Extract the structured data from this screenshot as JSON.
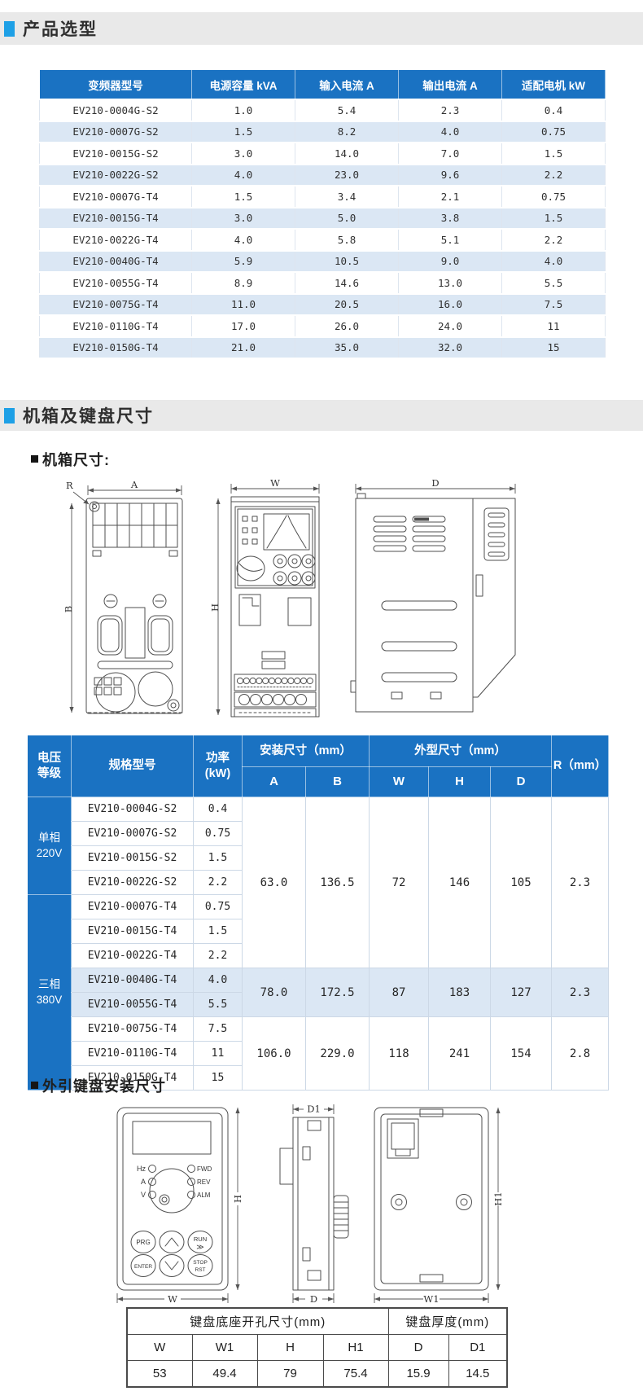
{
  "colors": {
    "header_blue": "#1a72c2",
    "row_alt_blue": "#dbe7f4",
    "accent_blue": "#1ea0e6",
    "band_gray": "#e9e9e9"
  },
  "product": {
    "title": "产品选型",
    "table": {
      "headers": [
        "变频器型号",
        "电源容量 kVA",
        "输入电流 A",
        "输出电流 A",
        "适配电机 kW"
      ],
      "rows": [
        [
          "EV210-0004G-S2",
          "1.0",
          "5.4",
          "2.3",
          "0.4"
        ],
        [
          "EV210-0007G-S2",
          "1.5",
          "8.2",
          "4.0",
          "0.75"
        ],
        [
          "EV210-0015G-S2",
          "3.0",
          "14.0",
          "7.0",
          "1.5"
        ],
        [
          "EV210-0022G-S2",
          "4.0",
          "23.0",
          "9.6",
          "2.2"
        ],
        [
          "EV210-0007G-T4",
          "1.5",
          "3.4",
          "2.1",
          "0.75"
        ],
        [
          "EV210-0015G-T4",
          "3.0",
          "5.0",
          "3.8",
          "1.5"
        ],
        [
          "EV210-0022G-T4",
          "4.0",
          "5.8",
          "5.1",
          "2.2"
        ],
        [
          "EV210-0040G-T4",
          "5.9",
          "10.5",
          "9.0",
          "4.0"
        ],
        [
          "EV210-0055G-T4",
          "8.9",
          "14.6",
          "13.0",
          "5.5"
        ],
        [
          "EV210-0075G-T4",
          "11.0",
          "20.5",
          "16.0",
          "7.5"
        ],
        [
          "EV210-0110G-T4",
          "17.0",
          "26.0",
          "24.0",
          "11"
        ],
        [
          "EV210-0150G-T4",
          "21.0",
          "35.0",
          "32.0",
          "15"
        ]
      ]
    }
  },
  "dims": {
    "title": "机箱及键盘尺寸",
    "chassis_subtitle": "机箱尺寸:",
    "chassis_labels": {
      "r": "R",
      "a": "A",
      "b": "B",
      "w": "W",
      "h": "H",
      "d": "D"
    },
    "table": {
      "header": {
        "v1": "电压",
        "v2": "等级",
        "model": "规格型号",
        "p1": "功率",
        "p2": "(kW)",
        "install": "安装尺寸（mm）",
        "outline": "外型尺寸（mm）",
        "r": "R（mm）",
        "a": "A",
        "b": "B",
        "w": "W",
        "h": "H",
        "d": "D"
      },
      "voltage": [
        {
          "l1": "单相",
          "l2": "220V"
        },
        {
          "l1": "三相",
          "l2": "380V"
        }
      ],
      "rows": [
        {
          "m": "EV210-0004G-S2",
          "p": "0.4"
        },
        {
          "m": "EV210-0007G-S2",
          "p": "0.75"
        },
        {
          "m": "EV210-0015G-S2",
          "p": "1.5"
        },
        {
          "m": "EV210-0022G-S2",
          "p": "2.2"
        },
        {
          "m": "EV210-0007G-T4",
          "p": "0.75"
        },
        {
          "m": "EV210-0015G-T4",
          "p": "1.5"
        },
        {
          "m": "EV210-0022G-T4",
          "p": "2.2"
        },
        {
          "m": "EV210-0040G-T4",
          "p": "4.0"
        },
        {
          "m": "EV210-0055G-T4",
          "p": "5.5"
        },
        {
          "m": "EV210-0075G-T4",
          "p": "7.5"
        },
        {
          "m": "EV210-0110G-T4",
          "p": "11"
        },
        {
          "m": "EV210-0150G-T4",
          "p": "15"
        }
      ],
      "groups": [
        {
          "a": "63.0",
          "b": "136.5",
          "w": "72",
          "h": "146",
          "d": "105",
          "r": "2.3"
        },
        {
          "a": "78.0",
          "b": "172.5",
          "w": "87",
          "h": "183",
          "d": "127",
          "r": "2.3"
        },
        {
          "a": "106.0",
          "b": "229.0",
          "w": "118",
          "h": "241",
          "d": "154",
          "r": "2.8"
        }
      ]
    },
    "keypad_subtitle": "外引键盘安装尺寸",
    "keypad": {
      "ind_left": [
        "Hz",
        "A",
        "V"
      ],
      "ind_right": [
        "FWD",
        "REV",
        "ALM"
      ],
      "btn": {
        "prg": "PRG",
        "enter": "ENTER",
        "run1": "RUN",
        "run2": "≫",
        "stop1": "STOP",
        "stop2": "RST"
      },
      "labels": {
        "w": "W",
        "h": "H",
        "d1": "D1",
        "d": "D",
        "w1": "W1",
        "h1": "H1"
      }
    },
    "keypad_table": {
      "groups": [
        "键盘底座开孔尺寸(mm)",
        "键盘厚度(mm)"
      ],
      "cols": [
        "W",
        "W1",
        "H",
        "H1",
        "D",
        "D1"
      ],
      "values": [
        "53",
        "49.4",
        "79",
        "75.4",
        "15.9",
        "14.5"
      ]
    }
  }
}
